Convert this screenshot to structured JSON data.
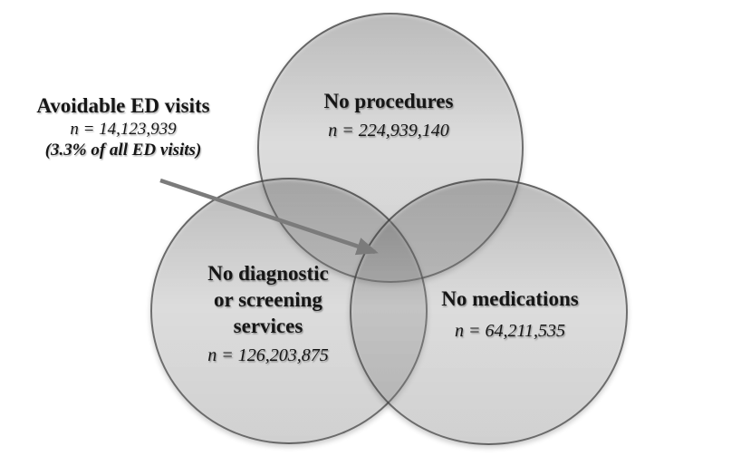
{
  "diagram": {
    "type": "venn",
    "background": "#ffffff",
    "callout": {
      "title": "Avoidable ED visits",
      "n": "n = 14,123,939",
      "note": "(3.3% of all ED visits)"
    },
    "sets": {
      "no_procedures": {
        "title": "No procedures",
        "n": "n = 224,939,140"
      },
      "no_diagnostic": {
        "title_line1": "No diagnostic",
        "title_line2": "or screening",
        "title_line3": "services",
        "n": "n = 126,203,875"
      },
      "no_medications": {
        "title": "No medications",
        "n": "n = 64,211,535"
      }
    },
    "colors": {
      "circle_fill": "#8a8a8a",
      "circle_stroke": "#3a3a3a",
      "arrow": "#7b7b7b",
      "text": "#161616"
    }
  }
}
